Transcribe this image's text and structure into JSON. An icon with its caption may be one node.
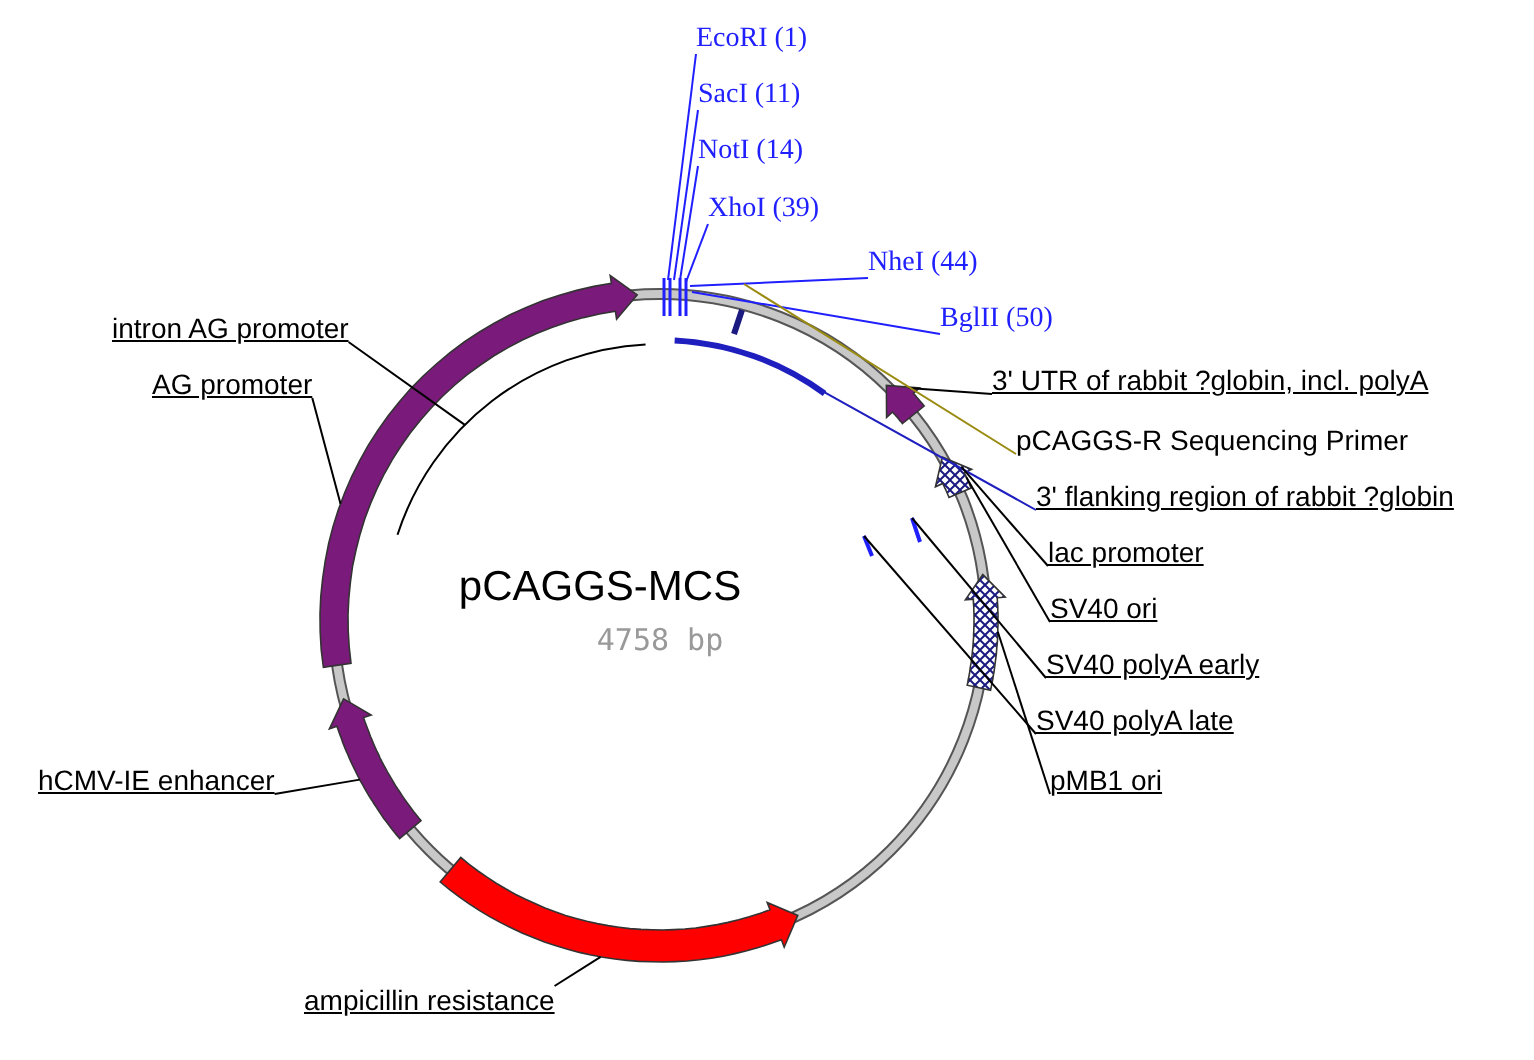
{
  "diagram": {
    "nodes": [
      {
        "text": [
          "EcoRI (1)"
        ]
      },
      {
        "text": [
          "SacI (11)"
        ]
      },
      {
        "text": [
          "NotI (14)"
        ]
      },
      {
        "text": [
          "XhoI (39)"
        ]
      },
      {
        "text": [
          "NheI (44)"
        ]
      },
      {
        "text": [
          "BglII (50)"
        ]
      },
      {
        "text": [
          "intron AG promoter"
        ]
      },
      {
        "text": [
          "AG promoter"
        ]
      },
      {
        "text": [
          "3' UTR of rabbit ?globin, incl. polyA"
        ]
      },
      {
        "text": [
          "pCAGGS-R Sequencing Primer"
        ]
      },
      {
        "text": [
          "3' flanking region of rabbit ?globin"
        ]
      },
      {
        "text": [
          "lac promoter"
        ]
      },
      {
        "text": [
          "SV40 ori"
        ]
      },
      {
        "text": [
          "SV40 polyA early"
        ]
      },
      {
        "text": [
          "SV40 polyA late"
        ]
      },
      {
        "text": [
          "hCMV-IE enhancer"
        ]
      },
      {
        "text": [
          "pMB1 ori"
        ]
      },
      {
        "text": [
          "ampicillin resistance"
        ]
      },
      {
        "text": [],
        "shape": "arrow"
      },
      {
        "text": [],
        "shape": "arc"
      },
      {
        "text": [],
        "shape": "arrow"
      },
      {
        "text": [],
        "shape": "arrow"
      },
      {
        "text": [],
        "shape": "arrow"
      },
      {
        "text": [],
        "shape": "arc"
      },
      {
        "text": [],
        "shape": "arrow"
      },
      {
        "text": [],
        "shape": "line"
      },
      {
        "text": [],
        "shape": "line"
      },
      {
        "text": [],
        "shape": "arrow"
      }
    ],
    "edges": [
      {
        "from": 0,
        "to": null,
        "arrow": "none",
        "color": "#1f1fff"
      },
      {
        "from": 1,
        "to": null,
        "arrow": "none",
        "color": "#1f1fff"
      },
      {
        "from": 2,
        "to": null,
        "arrow": "none",
        "color": "#1f1fff"
      },
      {
        "from": 3,
        "to": null,
        "arrow": "none",
        "color": "#1f1fff"
      },
      {
        "from": 4,
        "to": null,
        "arrow": "none",
        "color": "#1f1fff"
      },
      {
        "from": 5,
        "to": null,
        "arrow": "none",
        "color": "#1f1fff"
      },
      {
        "from": 6,
        "to": 19,
        "arrow": "none"
      },
      {
        "from": 7,
        "to": 18,
        "arrow": "none"
      },
      {
        "from": 8,
        "to": 22,
        "arrow": "none"
      },
      {
        "from": 9,
        "to": null,
        "arrow": "none",
        "color": "#9a8a10"
      },
      {
        "from": 10,
        "to": 23,
        "arrow": "none",
        "color": "#1f1fbf"
      },
      {
        "from": 11,
        "to": 24,
        "arrow": "none"
      },
      {
        "from": 12,
        "to": 24,
        "arrow": "none"
      },
      {
        "from": 13,
        "to": 25,
        "arrow": "none"
      },
      {
        "from": 14,
        "to": 26,
        "arrow": "none"
      },
      {
        "from": 15,
        "to": 20,
        "arrow": "none"
      },
      {
        "from": 16,
        "to": 27,
        "arrow": "none"
      },
      {
        "from": 17,
        "to": 21,
        "arrow": "none"
      }
    ],
    "labels": [
      "pCAGGS-MCS",
      "4758 bp"
    ]
  }
}
